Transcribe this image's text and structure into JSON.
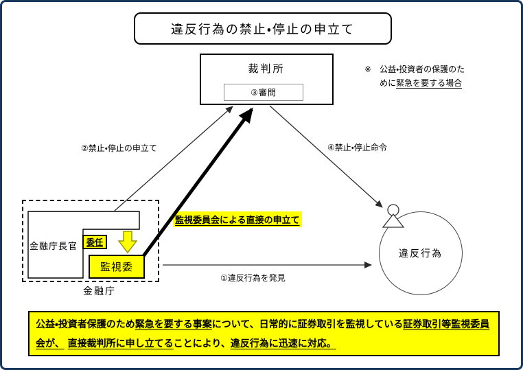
{
  "colors": {
    "frame": "#17375D",
    "highlight": "#FFFF00",
    "line": "#000000"
  },
  "title": "違反行為の禁止・停止の申立て",
  "court": {
    "name": "裁判所",
    "hearing": "③審問"
  },
  "note": {
    "marker": "※",
    "line1": "公益・投資者の保護のた",
    "line2_plain": "めに",
    "line2_underlined": "緊急を要する場合"
  },
  "arrows": {
    "petition_label": "②禁止・停止の申立て",
    "order_label": "④禁止・停止命令",
    "direct_label": "監視委員会による直接の申立て",
    "discover_label": "①違反行為を発見"
  },
  "fsa": {
    "agency": "金融庁",
    "commissioner": "金融庁長官",
    "delegation": "委任",
    "sesc": "監視委"
  },
  "violation": "違反行為",
  "summary_segments": [
    {
      "text": "公益・投資者保護のため",
      "u": false
    },
    {
      "text": "緊急を要する事案",
      "u": true
    },
    {
      "text": "について、日常的に証券取引を監視している",
      "u": false
    },
    {
      "text": "証券取引等監視委員会が、",
      "u": true
    },
    {
      "text": " ",
      "u": false
    },
    {
      "text": "直接裁判所に申し立てる",
      "u": true
    },
    {
      "text": "ことにより、",
      "u": false
    },
    {
      "text": "違反行為に迅速に対応。",
      "u": true
    }
  ]
}
